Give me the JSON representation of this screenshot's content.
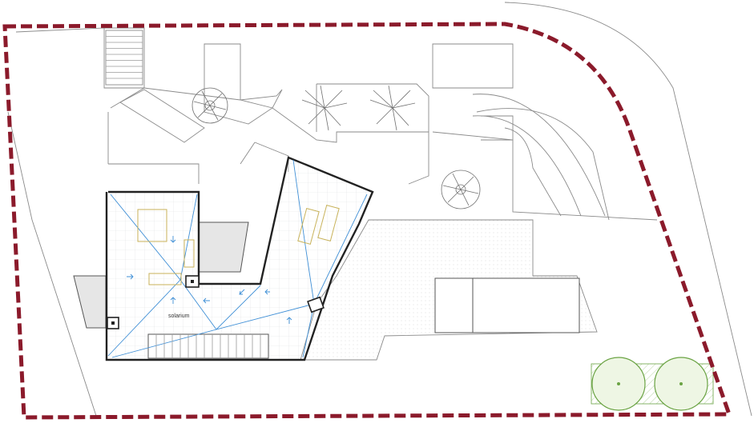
{
  "plan": {
    "room_label": "solarium",
    "colors": {
      "boundary": "#8b1a2b",
      "slope_lines": "#3f8fd6",
      "furniture": "#c8b25a",
      "trees_green": "#6aa343",
      "pool": "#e6e6e6"
    },
    "icons": [
      "plot-boundary",
      "stairs",
      "palm-tree",
      "shrub",
      "sun-lounger",
      "drain-icon",
      "slope-arrow-icon"
    ]
  }
}
